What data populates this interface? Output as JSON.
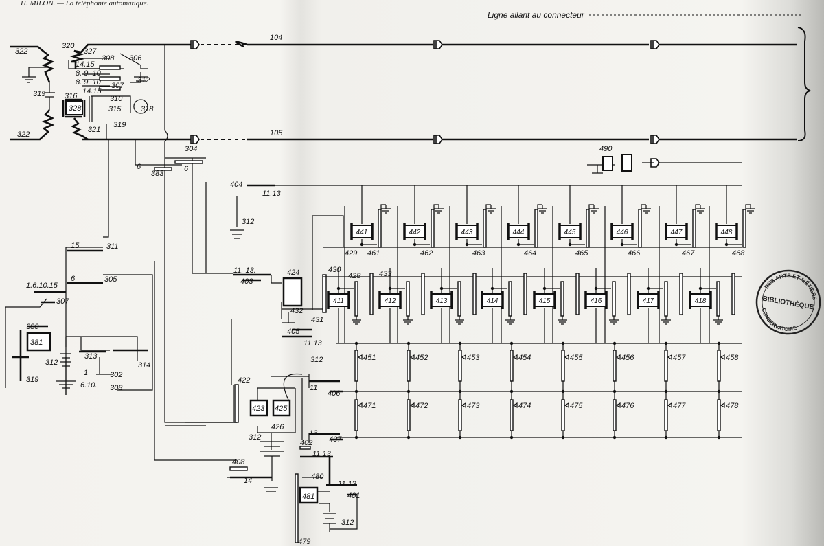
{
  "header": {
    "running_title": "H. MILON. — La téléphonie automatique.",
    "line_caption": "Ligne allant au connecteur"
  },
  "lines": {
    "upper": "104",
    "lower": "105"
  },
  "labels": {
    "l322a": "322",
    "l320": "320",
    "l327": "327",
    "l308a": "308",
    "l306": "306",
    "l1415a": "14.15",
    "l8910a": "8. 9. 10",
    "l8910b": "8. 9. 10",
    "l312a": "312",
    "l307a": "307",
    "l1415b": "14.15",
    "l319a": "319",
    "l316": "316",
    "l328": "328",
    "l310": "310",
    "l318": "318",
    "l315": "315",
    "l319b": "319",
    "l321": "321",
    "l322b": "322",
    "l304": "304",
    "l6a": "6",
    "l383": "383",
    "l6b": "6",
    "l404": "404",
    "l1113a": "11.13",
    "l312b": "312",
    "l15": "15",
    "l311": "311",
    "l6c": "6",
    "l305": "305",
    "l161015": "1.6.10.15",
    "l307b": "307",
    "l380": "380",
    "l381": "381",
    "l312c": "312",
    "l313": "313",
    "l314": "314",
    "l302": "302",
    "l1": "1",
    "l610": "6.10.",
    "l308b": "308",
    "l319c": "319",
    "l1113b": "11. 13.",
    "l403": "403",
    "l424": "424",
    "l432": "432",
    "l431": "431",
    "l430": "430",
    "l428": "428",
    "l429": "429",
    "l433": "433",
    "l405": "405",
    "l1113c": "11.13",
    "l312d": "312",
    "l422": "422",
    "l423": "423",
    "l425": "425",
    "l426": "426",
    "l312e": "312",
    "l11": "11",
    "l406": "406",
    "l13": "13",
    "l407": "407",
    "l402": "402",
    "l1113d": "11.13",
    "l408": "408",
    "l14": "14",
    "l480": "480",
    "l481": "481",
    "l1113e": "11.13",
    "l401": "401",
    "l312f": "312",
    "l479": "479",
    "l490": "490"
  },
  "stage1_relays": [
    "441",
    "442",
    "443",
    "444",
    "445",
    "446",
    "447",
    "448"
  ],
  "stage1_contacts": [
    "461",
    "462",
    "463",
    "464",
    "465",
    "466",
    "467",
    "468"
  ],
  "stage2_relays": [
    "411",
    "412",
    "413",
    "414",
    "415",
    "416",
    "417",
    "418"
  ],
  "bank_a": [
    "451",
    "452",
    "453",
    "454",
    "455",
    "456",
    "457",
    "458"
  ],
  "bank_b": [
    "471",
    "472",
    "473",
    "474",
    "475",
    "476",
    "477",
    "478"
  ],
  "stamp": {
    "top": "DES ARTS ET MÉTIERS",
    "bottom": "CONSERVATOIRE",
    "center": "BIBLIOTHÈQUE"
  }
}
